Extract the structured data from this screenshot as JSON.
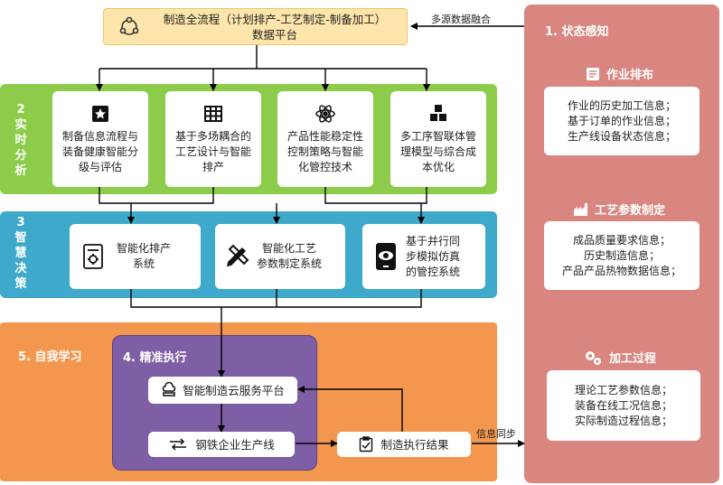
{
  "colors": {
    "top_box_fill": "#fde5ab",
    "top_box_border": "#e8c66a",
    "green_band": "#8dcc4a",
    "blue_band": "#3fa9cb",
    "orange_band": "#f4974e",
    "purple_panel": "#7e5fa6",
    "pink_panel": "#d98580",
    "line": "#000000"
  },
  "top_box": {
    "line1": "制造全流程（计划排产-工艺制定-制备加工）",
    "line2": "数据平台",
    "icon": "share-network-icon"
  },
  "fusion_label": "多源数据融合",
  "sync_label": "信息同步",
  "analysis": {
    "label": [
      "2",
      "实",
      "时",
      "分",
      "析"
    ],
    "boxes": [
      {
        "icon": "star-badge-icon",
        "lines": [
          "制备信息流程与",
          "装备健康智能分",
          "级与评估"
        ]
      },
      {
        "icon": "table-grid-icon",
        "lines": [
          "基于多场耦合的",
          "工艺设计与智能",
          "排产"
        ]
      },
      {
        "icon": "atom-icon",
        "lines": [
          "产品性能稳定性",
          "控制策略与智能",
          "化管控技术"
        ]
      },
      {
        "icon": "cubes-icon",
        "lines": [
          "多工序智联体管",
          "理模型与综合成",
          "本优化"
        ]
      }
    ]
  },
  "decision": {
    "label": [
      "3",
      "智",
      "慧",
      "决",
      "策"
    ],
    "boxes": [
      {
        "icon": "gear-document-icon",
        "lines": [
          "智能化排产",
          "系统"
        ]
      },
      {
        "icon": "pencil-ruler-icon",
        "lines": [
          "智能化工艺",
          "参数制定系统"
        ]
      },
      {
        "icon": "tablet-eye-icon",
        "lines": [
          "基于并行同",
          "步模拟仿真",
          "的管控系统"
        ]
      }
    ]
  },
  "learning": {
    "label": "5. 自我学习"
  },
  "execution": {
    "label": "4. 精准执行",
    "cloud": {
      "icon": "cloud-monitor-icon",
      "text": "智能制造云服务平台"
    },
    "line": {
      "icon": "conveyor-icon",
      "text": "钢铁企业生产线"
    },
    "result": {
      "icon": "clipboard-check-icon",
      "text": "制造执行结果"
    }
  },
  "perception": {
    "title": "1. 状态感知",
    "sections": [
      {
        "icon": "schedule-list-icon",
        "title": "作业排布",
        "lines": [
          "作业的历史加工信息；",
          "基于订单的作业信息；",
          "生产线设备状态信息；"
        ]
      },
      {
        "icon": "factory-icon",
        "title": "工艺参数制定",
        "lines": [
          "成品质量要求信息；",
          "历史制造信息；",
          "产品产品热物数据信息；"
        ]
      },
      {
        "icon": "gears-icon",
        "title": "加工过程",
        "lines": [
          "理论工艺参数信息；",
          "装备在线工况信息；",
          "实际制造过程信息；"
        ]
      }
    ]
  }
}
